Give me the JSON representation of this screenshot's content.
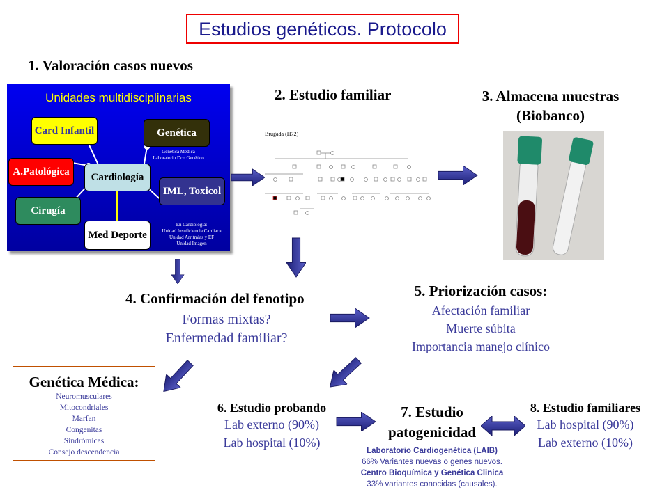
{
  "title": "Estudios genéticos. Protocolo",
  "step1": {
    "heading": "1. Valoración casos nuevos",
    "panel_title": "Unidades multidisciplinarias",
    "units": {
      "card_infantil": "Card Infantil",
      "genetica": "Genética",
      "patologica": "A.Patológica",
      "cardiologia": "Cardiología",
      "iml": "IML, Toxicol",
      "cirugia": "Cirugía",
      "med_deporte": "Med Deporte"
    },
    "genetica_notes": [
      "Genética Médica",
      "Laboratorio Dco Genético"
    ],
    "cardio_notes": [
      "En Cardiología:",
      "Unidad Insuficiencia Cardiaca",
      "Unidad Arritmias y EF",
      "Unidad Imagen"
    ]
  },
  "step2": {
    "heading": "2. Estudio familiar",
    "pedigree_title": "Brugada (H72)"
  },
  "step3": {
    "heading_line1": "3. Almacena muestras",
    "heading_line2": "(Biobanco)"
  },
  "step4": {
    "heading": "4. Confirmación del fenotipo",
    "lines": [
      "Formas mixtas?",
      "Enfermedad familiar?"
    ]
  },
  "step5": {
    "heading": "5. Priorización casos:",
    "lines": [
      "Afectación familiar",
      "Muerte súbita",
      "Importancia  manejo clínico"
    ]
  },
  "genetica_medica": {
    "heading": "Genética Médica:",
    "lines": [
      "Neuromusculares",
      "Mitocondriales",
      "Marfan",
      "Congenitas",
      "Sindrómicas",
      "Consejo descendencia"
    ]
  },
  "step6": {
    "heading": "6. Estudio  probando",
    "lines": [
      "Lab externo (90%)",
      "Lab hospital (10%)"
    ]
  },
  "step7": {
    "heading_line1": "7. Estudio",
    "heading_line2": "patogenicidad",
    "lab1": "Laboratorio Cardiogenética (LAIB)",
    "lab1_note": "66% Variantes nuevas  o genes nuevos.",
    "lab2": "Centro Bioquímica y Genética Clinica",
    "lab2_note": "33% variantes  conocidas (causales)."
  },
  "step8": {
    "heading": "8. Estudio  familiares",
    "lines": [
      "Lab hospital (90%)",
      "Lab externo (10%)"
    ]
  },
  "colors": {
    "arrow": "#2e3192",
    "text_blue": "#3a3a9a",
    "title_border": "#ee0000"
  }
}
